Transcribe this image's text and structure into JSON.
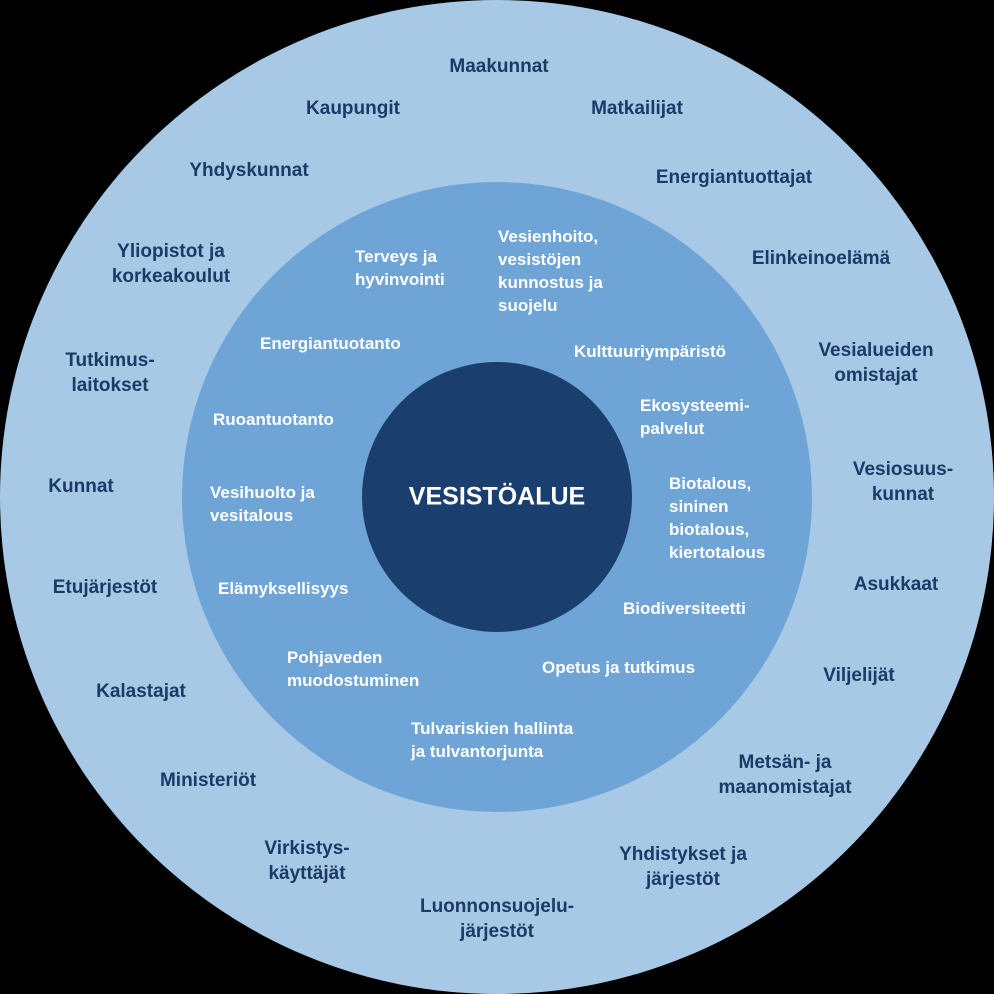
{
  "colors": {
    "background": "#000000",
    "outer_ring": "#a7c9e6",
    "middle_ring": "#6fa5d6",
    "core": "#1a3f6f",
    "outer_text": "#1b3a66",
    "inner_text": "#ffffff"
  },
  "core": {
    "title": "VESISTÖALUE"
  },
  "functions": [
    "Terveys ja\nhyvinvointi",
    "Vesienhoito,\nvesistöjen\nkunnostus ja\nsuojelu",
    "Energiantuotanto",
    "Kulttuuriympäristö",
    "Ruoantuotanto",
    "Ekosysteemi-\npalvelut",
    "Vesihuolto ja\nvesitalous",
    "Biotalous,\nsininen\nbiotalous,\nkiertotalous",
    "Elämyksellisyys",
    "Biodiversiteetti",
    "Pohjaveden\nmuodostuminen",
    "Opetus ja tutkimus",
    "Tulvariskien hallinta\nja tulvantorjunta"
  ],
  "stakeholders": [
    "Maakunnat",
    "Kaupungit",
    "Matkailijat",
    "Yhdyskunnat",
    "Energiantuottajat",
    "Yliopistot ja\nkorkeakoulut",
    "Elinkeinoelämä",
    "Tutkimus-\nlaitokset",
    "Vesialueiden\nomistajat",
    "Kunnat",
    "Vesiosuus-\nkunnat",
    "Etujärjestöt",
    "Asukkaat",
    "Kalastajat",
    "Viljelijät",
    "Ministeriöt",
    "Metsän- ja\nmaanomistajat",
    "Virkistys-\nkäyttäjät",
    "Yhdistykset ja\njärjestöt",
    "Luonnonsuojelu-\njärjestöt"
  ]
}
